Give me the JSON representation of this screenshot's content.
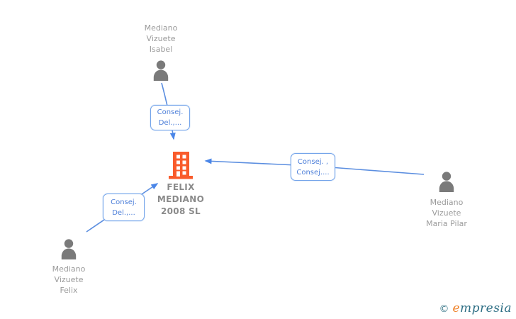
{
  "diagram": {
    "company": {
      "name": "FELIX\nMEDIANO\n2008 SL"
    },
    "persons": [
      {
        "name": "Mediano\nVizuete\nIsabel"
      },
      {
        "name": "Mediano\nVizuete\nMaria Pilar"
      },
      {
        "name": "Mediano\nVizuete\nFelix"
      }
    ],
    "edges": [
      {
        "label": "Consej.\nDel.,..."
      },
      {
        "label": "Consej. ,\nConsej...."
      },
      {
        "label": "Consej.\nDel.,..."
      }
    ]
  },
  "footer": {
    "copyright_symbol": "©",
    "brand_initial": "e",
    "brand_rest": "mpresia"
  },
  "colors": {
    "edge_blue": "#5b8ee0",
    "arrow_blue": "#4a86e8",
    "label_border": "#74a4ea",
    "label_text": "#4d7fd9",
    "person_gray": "#7a7a7a",
    "name_gray": "#9b9b9b",
    "company_text_gray": "#8a8a8a",
    "building_orange": "#f95b2b",
    "brand_teal": "#2d6e84",
    "brand_orange": "#ef7e22"
  }
}
